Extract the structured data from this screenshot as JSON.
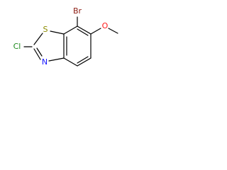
{
  "structure": {
    "atoms": {
      "br": "Br",
      "s": "S",
      "cl": "Cl",
      "n": "N",
      "o": "O"
    },
    "colors": {
      "bond": "#000000",
      "br": "#8b1a10",
      "s": "#8c8c00",
      "cl": "#1f8a1f",
      "n": "#1616ff",
      "o": "#ff1a1a"
    }
  }
}
